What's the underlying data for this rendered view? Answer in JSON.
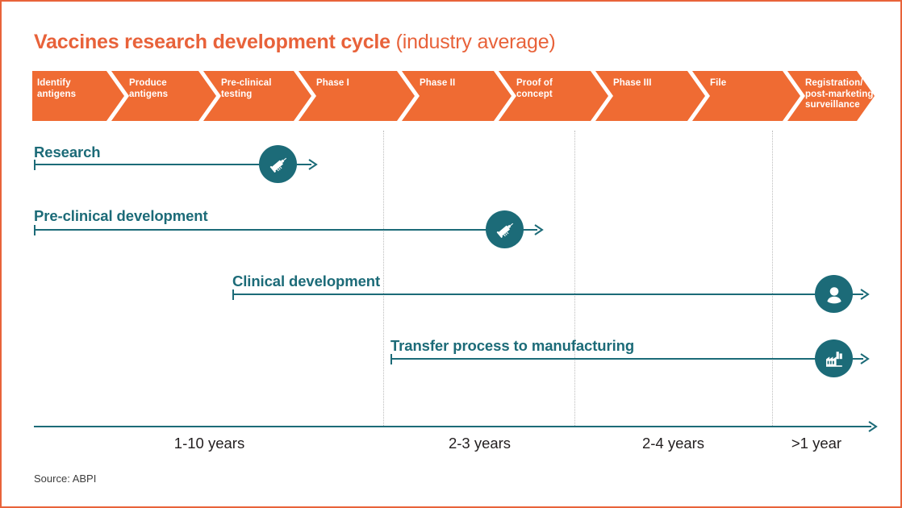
{
  "figure": {
    "title_main": "Vaccines research development cycle",
    "title_sub": "(industry average)",
    "source": "Source: ABPI",
    "colors": {
      "orange": "#ef6b33",
      "title_orange": "#e8623a",
      "teal": "#1c6b78",
      "gridline": "#bdbdbd",
      "border": "#e8633a",
      "axis_text": "#231f20"
    }
  },
  "stages": [
    {
      "label": "Identify\nantigens"
    },
    {
      "label": "Produce\nantigens"
    },
    {
      "label": "Pre-clinical\ntesting"
    },
    {
      "label": "Phase I"
    },
    {
      "label": "Phase II"
    },
    {
      "label": "Proof of\nconcept"
    },
    {
      "label": "Phase III"
    },
    {
      "label": "File"
    },
    {
      "label": "Registration/\npost-marketing\nsurveillance"
    }
  ],
  "tracks": [
    {
      "label": "Research",
      "icon": "syringe-icon",
      "start_stage": 0,
      "end_stage": 2
    },
    {
      "label": "Pre-clinical development",
      "icon": "syringe-icon",
      "start_stage": 0,
      "end_stage": 5
    },
    {
      "label": "Clinical development",
      "icon": "person-icon",
      "start_stage": 2,
      "end_stage": 8
    },
    {
      "label": "Transfer process to manufacturing",
      "icon": "factory-icon",
      "start_stage": 4,
      "end_stage": 8
    }
  ],
  "axis": {
    "durations": [
      {
        "label": "1-10 years"
      },
      {
        "label": "2-3 years"
      },
      {
        "label": "2-4 years"
      },
      {
        "label": ">1 year"
      }
    ]
  },
  "chart_data": {
    "type": "bar",
    "title": "Vaccines research development cycle (industry average)",
    "subtitle": "(industry average)",
    "xlabel": "",
    "ylabel": "",
    "categories": [
      "Identify antigens",
      "Produce antigens",
      "Pre-clinical testing",
      "Phase I",
      "Phase II",
      "Proof of concept",
      "Phase III",
      "File",
      "Registration/post-marketing surveillance"
    ],
    "series": [
      {
        "name": "Research",
        "start_category": "Identify antigens",
        "end_category": "Pre-clinical testing",
        "end_icon": "syringe-icon"
      },
      {
        "name": "Pre-clinical development",
        "start_category": "Identify antigens",
        "end_category": "Proof of concept",
        "end_icon": "syringe-icon"
      },
      {
        "name": "Clinical development",
        "start_category": "Pre-clinical testing",
        "end_category": "Registration/post-marketing surveillance",
        "end_icon": "person-icon"
      },
      {
        "name": "Transfer process to manufacturing",
        "start_category": "Phase II",
        "end_category": "Registration/post-marketing surveillance",
        "end_icon": "factory-icon"
      }
    ],
    "phase_durations": [
      {
        "phase_group": "Research / pre-clinical",
        "duration": "1-10 years"
      },
      {
        "phase_group": "Phase II / proof of concept",
        "duration": "2-3 years"
      },
      {
        "phase_group": "Phase III",
        "duration": "2-4 years"
      },
      {
        "phase_group": "Registration/post-marketing surveillance",
        "duration": ">1 year"
      }
    ],
    "grid": true,
    "legend": "none",
    "annotations": [
      "Source: ABPI"
    ]
  }
}
